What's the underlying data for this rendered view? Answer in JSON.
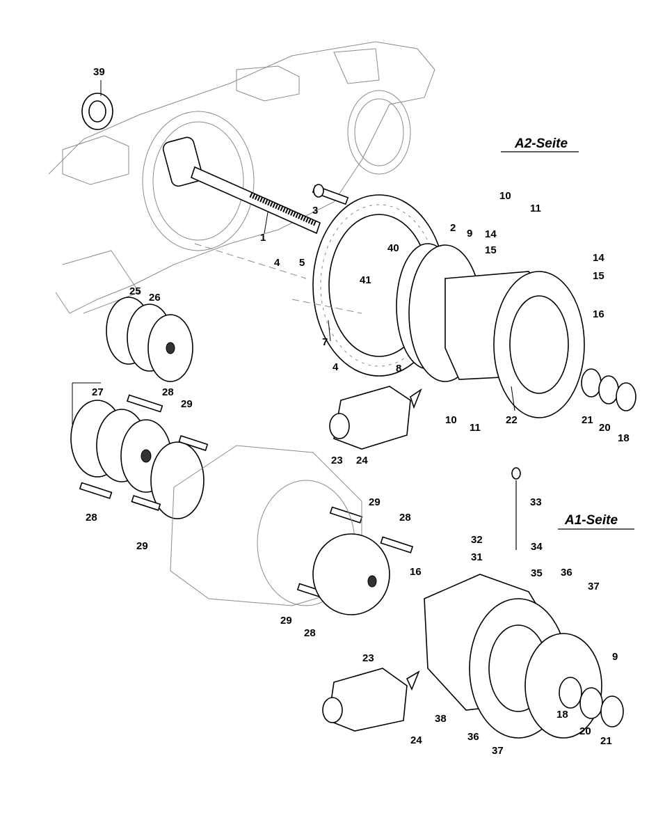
{
  "side_labels": {
    "a2": "A2-Seite",
    "a1": "A1-Seite"
  },
  "callouts": [
    {
      "id": "39",
      "text": "39"
    },
    {
      "id": "3",
      "text": "3"
    },
    {
      "id": "1",
      "text": "1"
    },
    {
      "id": "2",
      "text": "2"
    },
    {
      "id": "9a",
      "text": "9"
    },
    {
      "id": "40",
      "text": "40"
    },
    {
      "id": "41",
      "text": "41"
    },
    {
      "id": "4a",
      "text": "4"
    },
    {
      "id": "5",
      "text": "5"
    },
    {
      "id": "10a",
      "text": "10"
    },
    {
      "id": "11a",
      "text": "11"
    },
    {
      "id": "14a",
      "text": "14"
    },
    {
      "id": "15a",
      "text": "15"
    },
    {
      "id": "14b",
      "text": "14"
    },
    {
      "id": "15b",
      "text": "15"
    },
    {
      "id": "16a",
      "text": "16"
    },
    {
      "id": "25",
      "text": "25"
    },
    {
      "id": "26",
      "text": "26"
    },
    {
      "id": "7",
      "text": "7"
    },
    {
      "id": "4b",
      "text": "4"
    },
    {
      "id": "8",
      "text": "8"
    },
    {
      "id": "27",
      "text": "27"
    },
    {
      "id": "28a",
      "text": "28"
    },
    {
      "id": "29a",
      "text": "29"
    },
    {
      "id": "10b",
      "text": "10"
    },
    {
      "id": "11b",
      "text": "11"
    },
    {
      "id": "22",
      "text": "22"
    },
    {
      "id": "21a",
      "text": "21"
    },
    {
      "id": "20a",
      "text": "20"
    },
    {
      "id": "18a",
      "text": "18"
    },
    {
      "id": "23a",
      "text": "23"
    },
    {
      "id": "24a",
      "text": "24"
    },
    {
      "id": "28b",
      "text": "28"
    },
    {
      "id": "29b",
      "text": "29"
    },
    {
      "id": "29c",
      "text": "29"
    },
    {
      "id": "28c",
      "text": "28"
    },
    {
      "id": "33",
      "text": "33"
    },
    {
      "id": "32",
      "text": "32"
    },
    {
      "id": "34",
      "text": "34"
    },
    {
      "id": "31",
      "text": "31"
    },
    {
      "id": "35",
      "text": "35"
    },
    {
      "id": "16b",
      "text": "16"
    },
    {
      "id": "36a",
      "text": "36"
    },
    {
      "id": "37a",
      "text": "37"
    },
    {
      "id": "29d",
      "text": "29"
    },
    {
      "id": "28d",
      "text": "28"
    },
    {
      "id": "9b",
      "text": "9"
    },
    {
      "id": "23b",
      "text": "23"
    },
    {
      "id": "38",
      "text": "38"
    },
    {
      "id": "18b",
      "text": "18"
    },
    {
      "id": "20b",
      "text": "20"
    },
    {
      "id": "21b",
      "text": "21"
    },
    {
      "id": "24b",
      "text": "24"
    },
    {
      "id": "36b",
      "text": "36"
    },
    {
      "id": "37b",
      "text": "37"
    }
  ]
}
